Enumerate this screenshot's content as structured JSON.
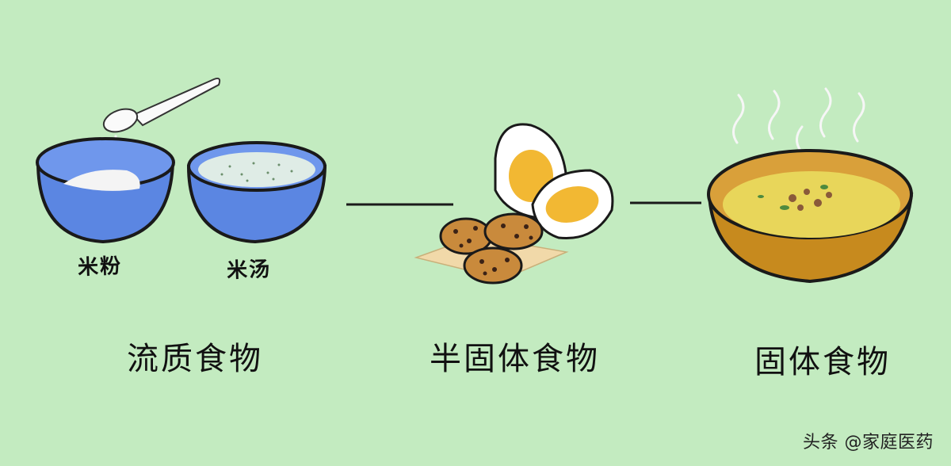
{
  "labels": {
    "rice_flour": "米粉",
    "rice_soup": "米汤",
    "liquid_food": "流质食物",
    "semi_solid_food": "半固体食物",
    "solid_food": "固体食物"
  },
  "watermark": "头条 @家庭医药",
  "colors": {
    "background": "#c3ebc0",
    "bowl_blue": "#5b86e2",
    "bowl_gold": "#c78a1e",
    "porridge": "#e8d65a",
    "egg_yolk": "#f2b833"
  }
}
